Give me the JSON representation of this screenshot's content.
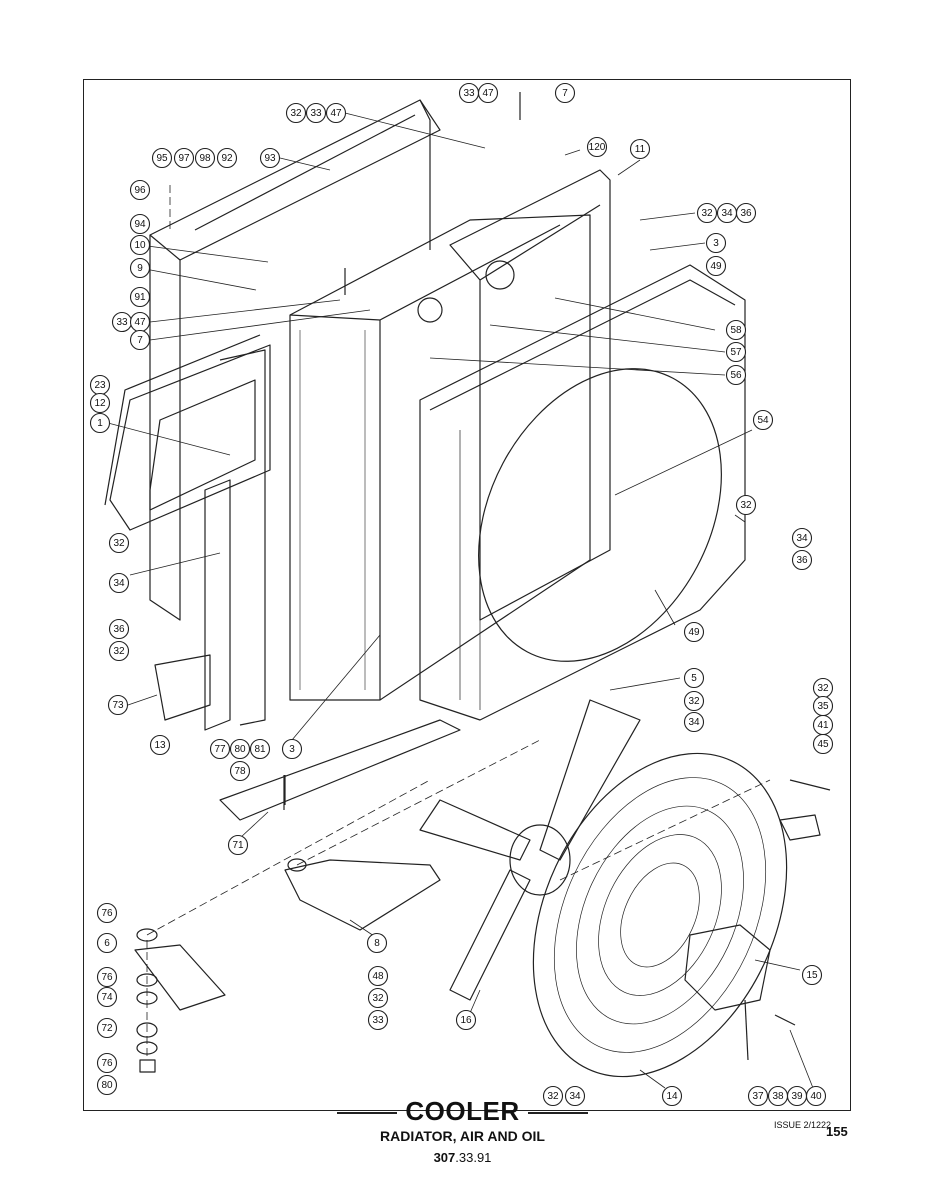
{
  "diagram": {
    "callouts": [
      "33",
      "47",
      "7",
      "32",
      "33",
      "47",
      "120",
      "11",
      "95",
      "97",
      "98",
      "92",
      "93",
      "96",
      "94",
      "10",
      "9",
      "91",
      "33",
      "47",
      "7",
      "32",
      "34",
      "36",
      "3",
      "49",
      "58",
      "57",
      "56",
      "54",
      "32",
      "34",
      "36",
      "23",
      "12",
      "1",
      "32",
      "34",
      "49",
      "36",
      "32",
      "73",
      "13",
      "5",
      "32",
      "34",
      "77",
      "80",
      "81",
      "3",
      "78",
      "71",
      "32",
      "35",
      "41",
      "45",
      "76",
      "6",
      "76",
      "74",
      "72",
      "76",
      "80",
      "8",
      "48",
      "32",
      "33",
      "16",
      "15",
      "14",
      "32",
      "34",
      "37",
      "38",
      "39",
      "40"
    ]
  },
  "title": "COOLER",
  "subtitle": "RADIATOR, AIR AND OIL",
  "code_bold": "307",
  "code_rest": ".33.91",
  "issue": "ISSUE 2/1222",
  "page_number": "155"
}
